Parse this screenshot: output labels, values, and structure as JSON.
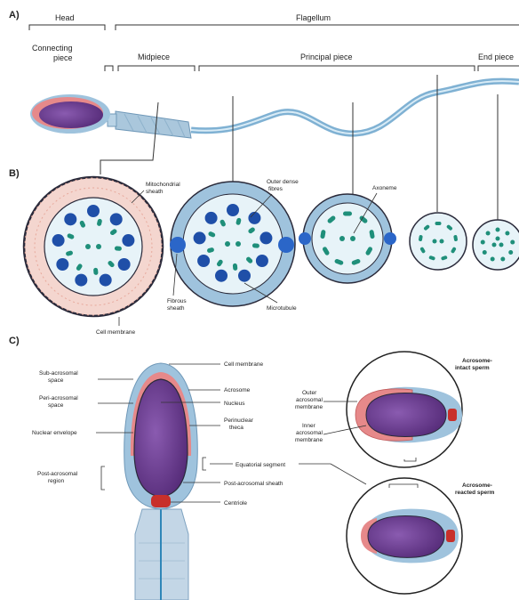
{
  "panels": {
    "a": "A)",
    "b": "B)",
    "c": "C)"
  },
  "panel_a": {
    "head": "Head",
    "flagellum": "Flagellum",
    "connecting_piece_line1": "Connecting",
    "connecting_piece_line2": "piece",
    "midpiece": "Midpiece",
    "principal_piece": "Principal piece",
    "end_piece": "End piece"
  },
  "panel_b": {
    "mito_line1": "Mitochondrial",
    "mito_line2": "sheath",
    "odf_line1": "Outer dense",
    "odf_line2": "fibres",
    "axoneme": "Axoneme",
    "fibrous_line1": "Fibrous",
    "fibrous_line2": "sheath",
    "microtubule": "Microtubule",
    "cell_membrane": "Cell membrane"
  },
  "panel_c": {
    "sub_acro_1": "Sub-acrosomal",
    "sub_acro_2": "space",
    "peri_acro_1": "Peri-acrosomal",
    "peri_acro_2": "space",
    "nuclear_envelope": "Nuclear envelope",
    "post_acro_region_1": "Post-acrosomal",
    "post_acro_region_2": "region",
    "cell_membrane": "Cell membrane",
    "acrosome": "Acrosome",
    "nucleus": "Nucleus",
    "perinuclear_1": "Perinuclear",
    "perinuclear_2": "theca",
    "equatorial_segment": "Equatorial segment",
    "post_acro_sheath": "Post-acrosomal sheath",
    "centriole": "Centriole",
    "outer_acro_1": "Outer",
    "outer_acro_2": "acrosomal",
    "outer_acro_3": "membrane",
    "inner_acro_1": "Inner",
    "inner_acro_2": "acrosomal",
    "inner_acro_3": "membrane",
    "intact_1": "Acrosome-",
    "intact_2": "intact sperm",
    "reacted_1": "Acrosome-",
    "reacted_2": "reacted sperm"
  },
  "colors": {
    "nucleus": "#6a3d8f",
    "membrane_blue": "#9fc3dd",
    "acrosome_red": "#e07570",
    "centriole": "#c8302b",
    "mito": "#f3d8d2",
    "dark_blue": "#1f4fa8",
    "teal": "#1f8f7a"
  }
}
